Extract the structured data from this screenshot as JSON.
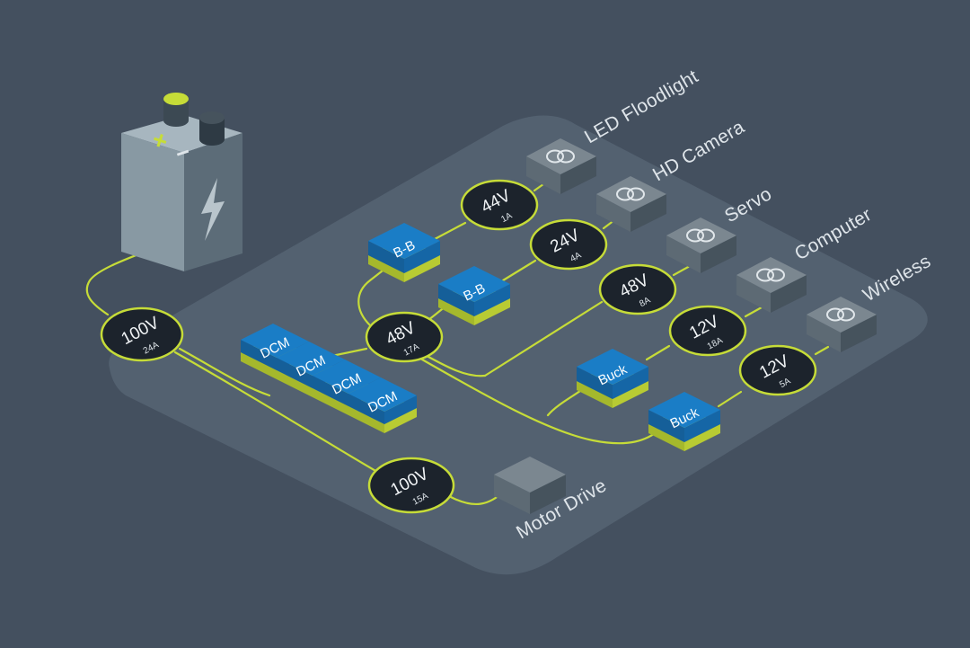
{
  "battery": {
    "plus_symbol": "+",
    "minus_symbol": "−",
    "icon": "lightning-bolt-icon"
  },
  "voltage_nodes": [
    {
      "id": "battery-out",
      "voltage": "100V",
      "current": "24A"
    },
    {
      "id": "motor-feed",
      "voltage": "100V",
      "current": "15A"
    },
    {
      "id": "bus",
      "voltage": "48V",
      "current": "17A"
    },
    {
      "id": "floodlight-feed",
      "voltage": "44V",
      "current": "1A"
    },
    {
      "id": "camera-feed",
      "voltage": "24V",
      "current": "4A"
    },
    {
      "id": "servo-feed",
      "voltage": "48V",
      "current": "8A"
    },
    {
      "id": "computer-feed",
      "voltage": "12V",
      "current": "18A"
    },
    {
      "id": "wireless-feed",
      "voltage": "12V",
      "current": "5A"
    }
  ],
  "modules": {
    "dcm": [
      "DCM",
      "DCM",
      "DCM",
      "DCM"
    ],
    "bb": [
      "B-B",
      "B-B"
    ],
    "buck": [
      "Buck",
      "Buck"
    ]
  },
  "loads": [
    "LED Floodlight",
    "HD Camera",
    "Servo",
    "Computer",
    "Wireless"
  ],
  "motor_drive": {
    "label": "Motor Drive"
  },
  "colors": {
    "background": "#44505f",
    "platform": "#536170",
    "wire": "#c6dc38",
    "node_fill": "#1c232c",
    "module_blue": "#1a7dc6",
    "module_base": "#c6dc38",
    "load_box": "#7b8790"
  }
}
